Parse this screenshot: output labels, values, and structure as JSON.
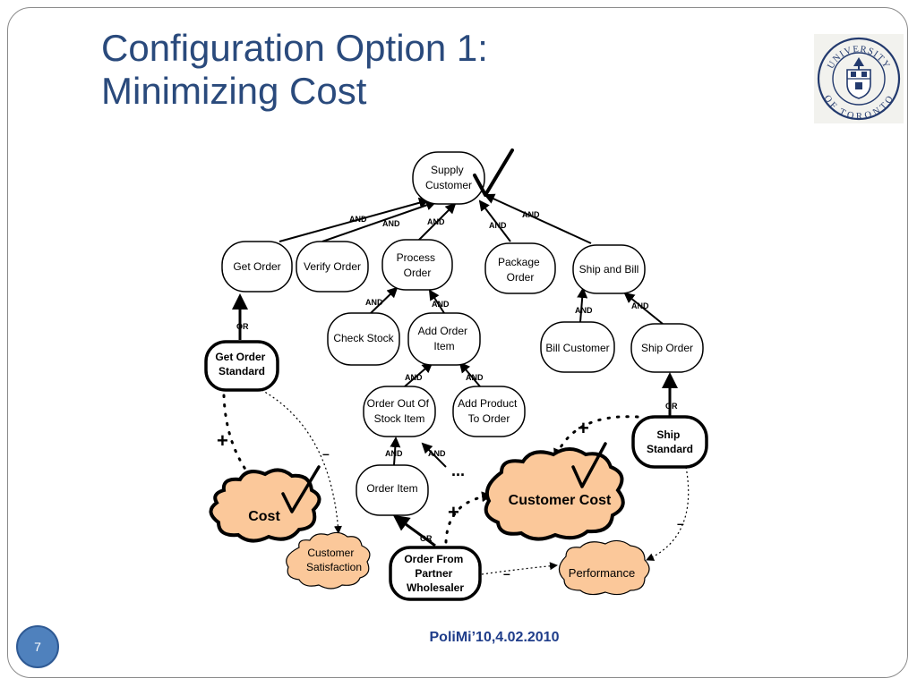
{
  "slide": {
    "title_line1": "Configuration Option 1:",
    "title_line2": "Minimizing Cost",
    "page_number": "7",
    "footer": "PoliMi’10,4.02.2010"
  },
  "logo": {
    "top_text": "UNIVERSITY",
    "bottom_text": "OF TORONTO"
  },
  "diagram": {
    "goals": {
      "supply_customer": [
        "Supply",
        "Customer"
      ],
      "get_order": [
        "Get Order"
      ],
      "verify_order": [
        "Verify Order"
      ],
      "process_order": [
        "Process",
        "Order"
      ],
      "package_order": [
        "Package",
        "Order"
      ],
      "ship_and_bill": [
        "Ship and Bill"
      ],
      "check_stock": [
        "Check Stock"
      ],
      "add_order_item": [
        "Add Order",
        "Item"
      ],
      "bill_customer": [
        "Bill Customer"
      ],
      "ship_order": [
        "Ship Order"
      ],
      "order_out_of_stock_item": [
        "Order Out Of",
        "Stock Item"
      ],
      "add_product_to_order": [
        "Add Product",
        "To Order"
      ],
      "order_item": [
        "Order Item"
      ]
    },
    "options": {
      "get_order_standard": [
        "Get Order",
        "Standard"
      ],
      "ship_standard": [
        "Ship",
        "Standard"
      ],
      "order_from_partner_wholesaler": [
        "Order From",
        "Partner",
        "Wholesaler"
      ]
    },
    "softgoals": {
      "cost": "Cost",
      "customer_cost": "Customer Cost",
      "customer_satisfaction": [
        "Customer",
        "Satisfaction"
      ],
      "performance": "Performance"
    },
    "link_labels": {
      "and": "AND",
      "or": "OR",
      "plus": "+",
      "minus": "–",
      "ellipsis": "..."
    }
  },
  "colors": {
    "title": "#2a4a7c",
    "softgoal_fill": "#fbc89a",
    "page_circle": "#4f81bd",
    "footer": "#1f3d8a"
  }
}
